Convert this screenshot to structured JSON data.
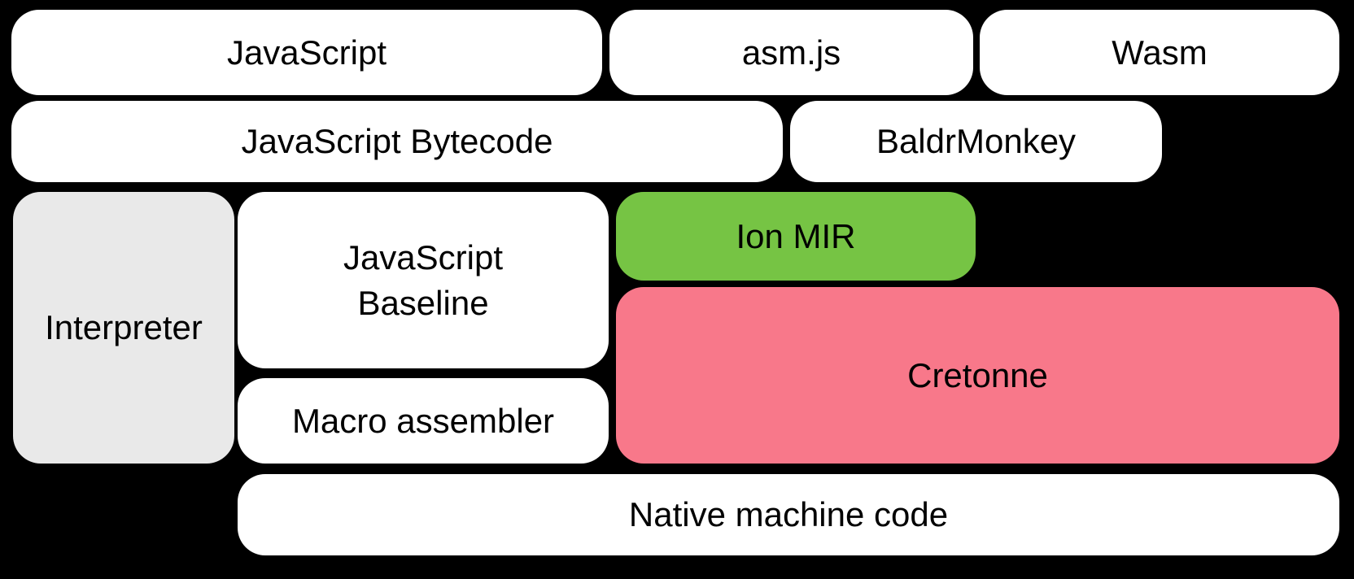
{
  "diagram": {
    "background_color": "#000000",
    "text_color": "#000000",
    "boxes": {
      "javascript": {
        "label": "JavaScript",
        "fill": "#ffffff"
      },
      "asmjs": {
        "label": "asm.js",
        "fill": "#ffffff"
      },
      "wasm": {
        "label": "Wasm",
        "fill": "#ffffff"
      },
      "js_bytecode": {
        "label": "JavaScript Bytecode",
        "fill": "#ffffff"
      },
      "baldrmonkey": {
        "label": "BaldrMonkey",
        "fill": "#ffffff"
      },
      "interpreter": {
        "label": "Interpreter",
        "fill": "#e9e9e9"
      },
      "js_baseline": {
        "label": "JavaScript\nBaseline",
        "fill": "#ffffff"
      },
      "macro_assembler": {
        "label": "Macro assembler",
        "fill": "#ffffff"
      },
      "ion_mir": {
        "label": "Ion MIR",
        "fill": "#76c444"
      },
      "cretonne": {
        "label": "Cretonne",
        "fill": "#f8788a"
      },
      "native_code": {
        "label": "Native machine code",
        "fill": "#ffffff"
      }
    }
  }
}
